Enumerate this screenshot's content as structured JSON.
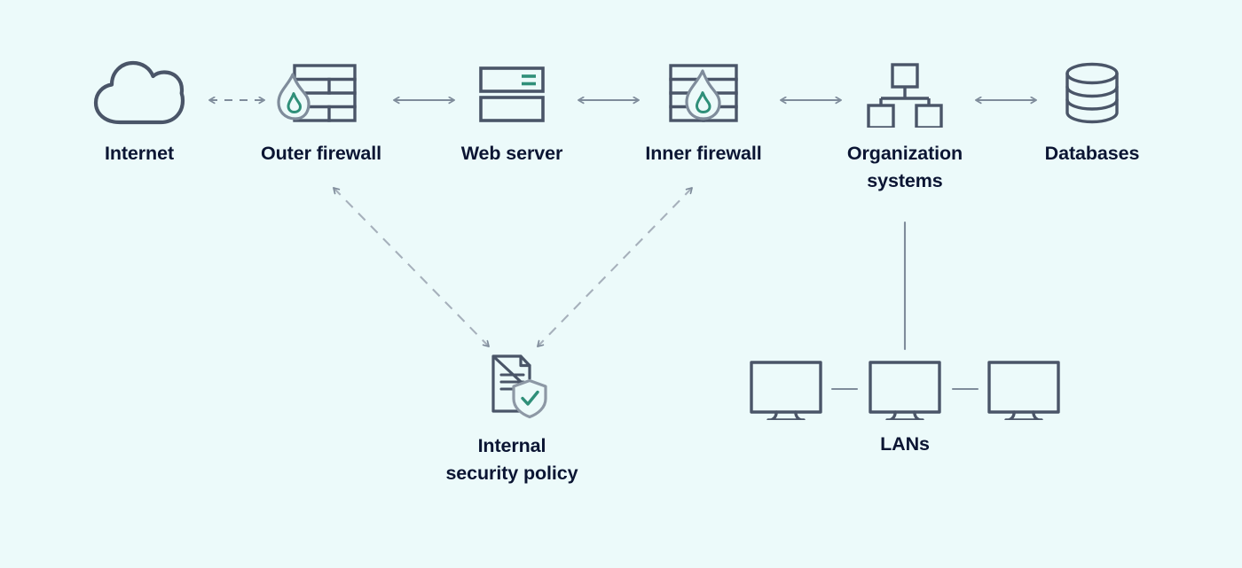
{
  "diagram": {
    "title": "Network security zones architecture",
    "background_color": "#ecfafa",
    "stroke_color": "#4a5568",
    "accent_color": "#2f8f79",
    "label_color": "#0b1533",
    "connector_color": "#7f8c9b"
  },
  "nodes": {
    "internet": {
      "label": "Internet",
      "icon": "cloud-icon"
    },
    "outer_firewall": {
      "label": "Outer firewall",
      "icon": "firewall-icon"
    },
    "web_server": {
      "label": "Web server",
      "icon": "server-icon"
    },
    "inner_firewall": {
      "label": "Inner firewall",
      "icon": "firewall-icon"
    },
    "organization_systems": {
      "label": "Organization\nsystems",
      "icon": "hierarchy-icon"
    },
    "databases": {
      "label": "Databases",
      "icon": "database-icon"
    },
    "internal_security_policy": {
      "label": "Internal\nsecurity policy",
      "icon": "document-shield-check-icon"
    },
    "lans": {
      "label": "LANs",
      "icon": "monitors-icon"
    }
  },
  "connections": [
    {
      "name": "internet-to-outer-firewall",
      "from": "internet",
      "to": "outer_firewall",
      "style": "dashed",
      "arrows": "both"
    },
    {
      "name": "outer-firewall-to-web-server",
      "from": "outer_firewall",
      "to": "web_server",
      "style": "solid",
      "arrows": "both"
    },
    {
      "name": "web-server-to-inner-firewall",
      "from": "web_server",
      "to": "inner_firewall",
      "style": "solid",
      "arrows": "both"
    },
    {
      "name": "inner-firewall-to-organization-systems",
      "from": "inner_firewall",
      "to": "organization_systems",
      "style": "solid",
      "arrows": "both"
    },
    {
      "name": "organization-systems-to-databases",
      "from": "organization_systems",
      "to": "databases",
      "style": "solid",
      "arrows": "both"
    },
    {
      "name": "outer-firewall-to-security-policy",
      "from": "outer_firewall",
      "to": "internal_security_policy",
      "style": "dashed",
      "arrows": "both"
    },
    {
      "name": "inner-firewall-to-security-policy",
      "from": "inner_firewall",
      "to": "internal_security_policy",
      "style": "dashed",
      "arrows": "both"
    },
    {
      "name": "organization-systems-to-lans",
      "from": "organization_systems",
      "to": "lans",
      "style": "solid",
      "arrows": "none"
    },
    {
      "name": "lan-link-left",
      "from": "monitor-1",
      "to": "monitor-2",
      "style": "solid",
      "arrows": "none"
    },
    {
      "name": "lan-link-right",
      "from": "monitor-2",
      "to": "monitor-3",
      "style": "solid",
      "arrows": "none"
    }
  ]
}
